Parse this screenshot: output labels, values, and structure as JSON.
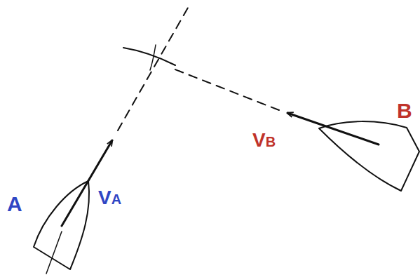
{
  "diagram": {
    "labels": [
      "B",
      "VB",
      "VA",
      "A"
    ]
  }
}
